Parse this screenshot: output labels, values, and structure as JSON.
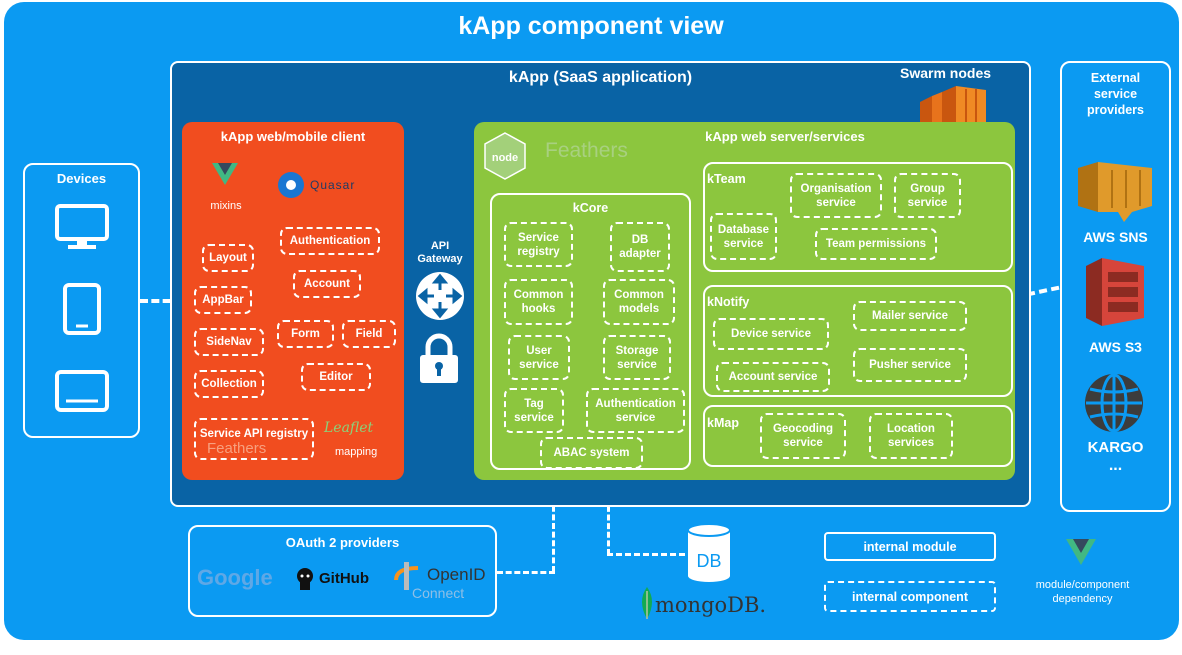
{
  "title": "kApp component view",
  "kapp": {
    "title": "kApp (SaaS application)",
    "swarm": "Swarm nodes"
  },
  "client": {
    "title": "kApp web/mobile client",
    "logos": {
      "vue_caption": "mixins",
      "quasar": "Quasar",
      "leaflet": "Leaflet",
      "leaflet_caption": "mapping",
      "feathers": "Feathers"
    },
    "components": {
      "authentication": "Authentication",
      "layout": "Layout",
      "account": "Account",
      "appbar": "AppBar",
      "form": "Form",
      "field": "Field",
      "sidenav": "SideNav",
      "editor": "Editor",
      "collection": "Collection",
      "service_api_registry": "Service API registry"
    }
  },
  "gateway": {
    "label_line1": "API",
    "label_line2": "Gateway"
  },
  "server": {
    "title": "kApp web server/services",
    "logos": {
      "node": "node",
      "feathers": "Feathers"
    },
    "kcore": {
      "title": "kCore",
      "service_registry": "Service registry",
      "db_adapter": "DB adapter",
      "common_hooks": "Common hooks",
      "common_models": "Common models",
      "user_service": "User service",
      "storage_service": "Storage service",
      "tag_service": "Tag service",
      "authentication_service": "Authentication service",
      "abac_system": "ABAC system"
    },
    "kteam": {
      "title": "kTeam",
      "organisation_service": "Organisation service",
      "group_service": "Group service",
      "database_service": "Database service",
      "team_permissions": "Team permissions"
    },
    "knotify": {
      "title": "kNotify",
      "mailer_service": "Mailer service",
      "device_service": "Device service",
      "pusher_service": "Pusher service",
      "account_service": "Account service"
    },
    "kmap": {
      "title": "kMap",
      "geocoding_service": "Geocoding service",
      "location_services": "Location services"
    }
  },
  "devices": {
    "title": "Devices"
  },
  "external": {
    "title_line1": "External",
    "title_line2": "service",
    "title_line3": "providers",
    "aws_sns": "AWS SNS",
    "aws_s3": "AWS S3",
    "kargo": "KARGO",
    "more": "..."
  },
  "oauth": {
    "title": "OAuth 2 providers",
    "google": "Google",
    "github": "GitHub",
    "openid": "OpenID",
    "openid_sub": "Connect"
  },
  "db": {
    "label": "DB",
    "mongodb": "mongoDB."
  },
  "legend": {
    "internal_module": "internal module",
    "internal_component": "internal component",
    "dependency_line1": "module/component",
    "dependency_line2": "dependency"
  },
  "colors": {
    "background": "#0b9af2",
    "kapp": "#0963a5",
    "client": "#f14d1f",
    "server": "#8cc63e"
  }
}
